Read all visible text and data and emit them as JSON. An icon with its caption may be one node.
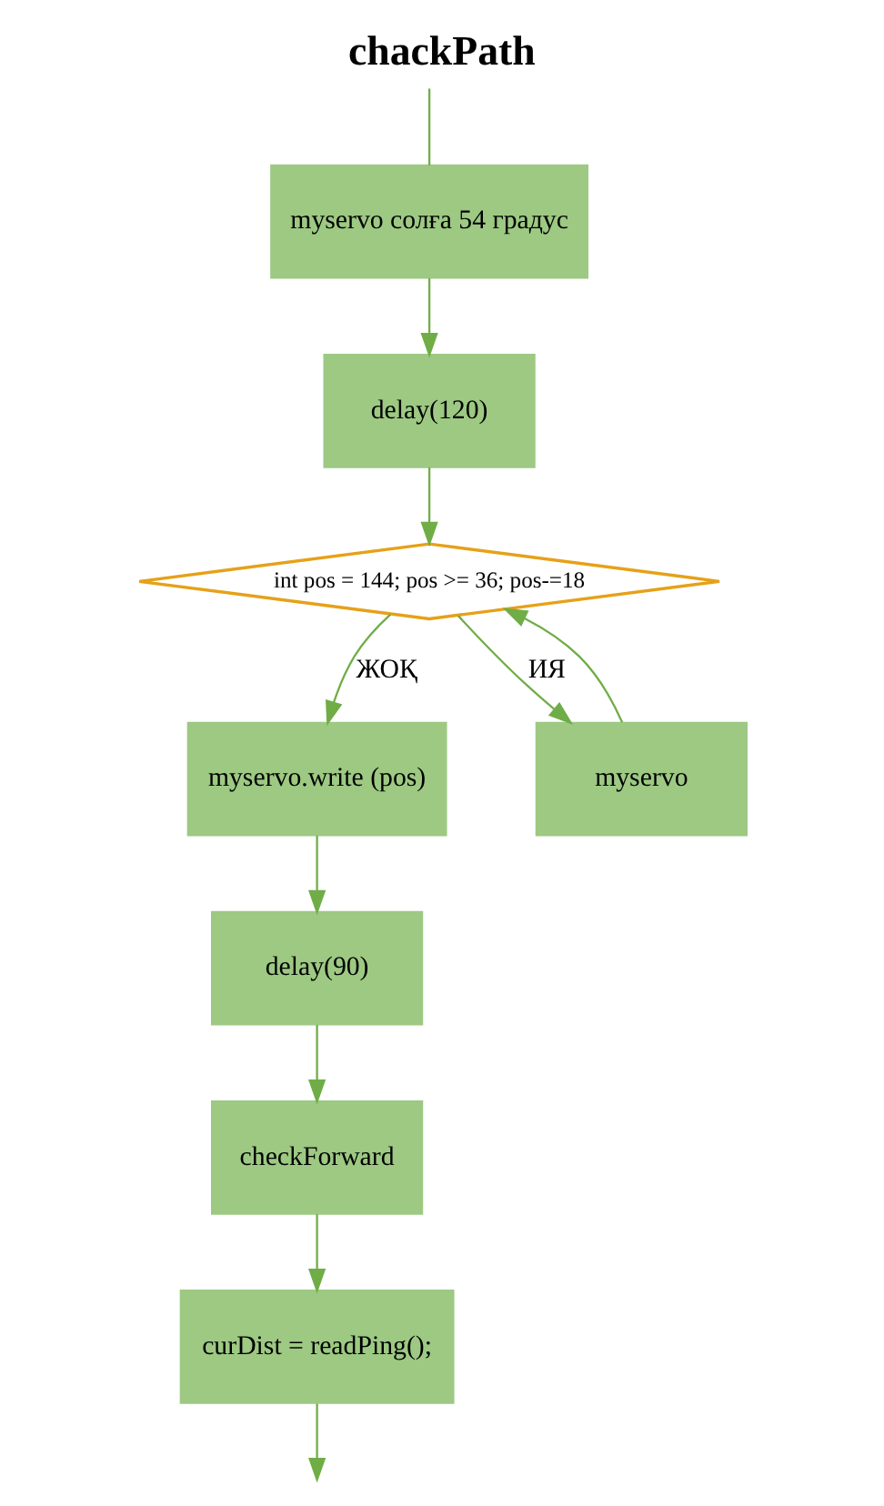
{
  "diagram": {
    "title": "chackPath",
    "nodes": [
      {
        "text": [
          "myservo солға 54 градус"
        ]
      },
      {
        "text": [
          "delay(120)"
        ]
      },
      {
        "text": [
          "int pos = 144; pos >= 36; pos-=18"
        ]
      },
      {
        "text": [
          "myservo.write (pos)"
        ]
      },
      {
        "text": [
          "myservo"
        ]
      },
      {
        "text": [
          "delay(90)"
        ]
      },
      {
        "text": [
          "checkForward"
        ]
      },
      {
        "text": [
          "curDist = readPing();"
        ]
      }
    ],
    "edges": [
      {
        "from": null,
        "to": 0,
        "arrow": "none"
      },
      {
        "from": 0,
        "to": 1,
        "arrow": "to"
      },
      {
        "from": 1,
        "to": 2,
        "arrow": "to"
      },
      {
        "from": 2,
        "to": 3,
        "arrow": "to",
        "label": "ЖОҚ"
      },
      {
        "from": 2,
        "to": 4,
        "arrow": "to",
        "label": "ИЯ"
      },
      {
        "from": 4,
        "to": 2,
        "arrow": "to"
      },
      {
        "from": 3,
        "to": 5,
        "arrow": "to"
      },
      {
        "from": 5,
        "to": 6,
        "arrow": "to"
      },
      {
        "from": 6,
        "to": 7,
        "arrow": "to"
      },
      {
        "from": 7,
        "to": null,
        "arrow": "to"
      }
    ]
  }
}
